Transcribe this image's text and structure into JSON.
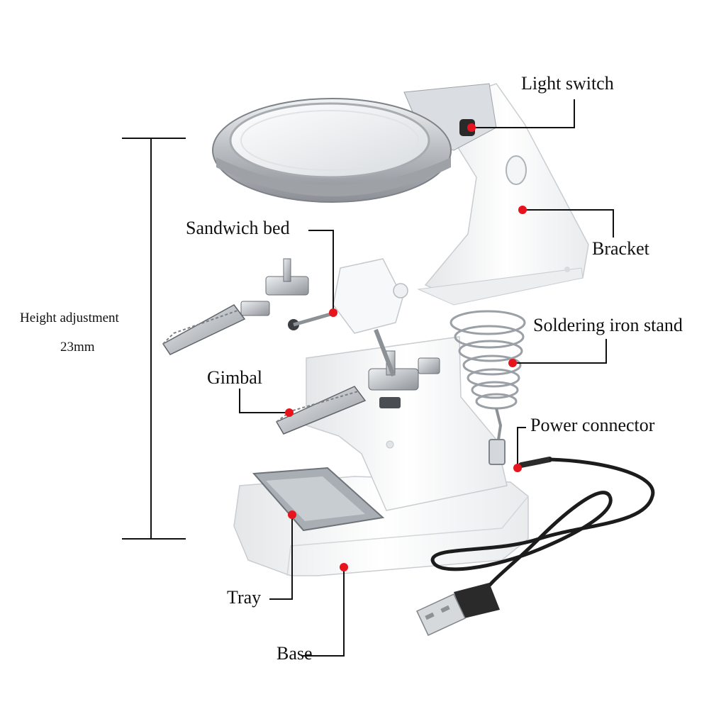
{
  "labels": {
    "light_switch": "Light switch",
    "bracket": "Bracket",
    "sandwich_bed": "Sandwich bed",
    "soldering_iron_stand": "Soldering iron stand",
    "gimbal": "Gimbal",
    "power_connector": "Power connector",
    "tray": "Tray",
    "base": "Base",
    "height_adjustment": "Height adjustment",
    "height_value": "23mm"
  },
  "colors": {
    "marker": "#e8141d",
    "leader_line": "#111111",
    "body": "#f4f5f6",
    "metal": "#c9ccd0",
    "cable": "#1c1c1c"
  },
  "icons": [
    "magnifier",
    "alligator-clip",
    "spring-coil",
    "usb-plug"
  ]
}
